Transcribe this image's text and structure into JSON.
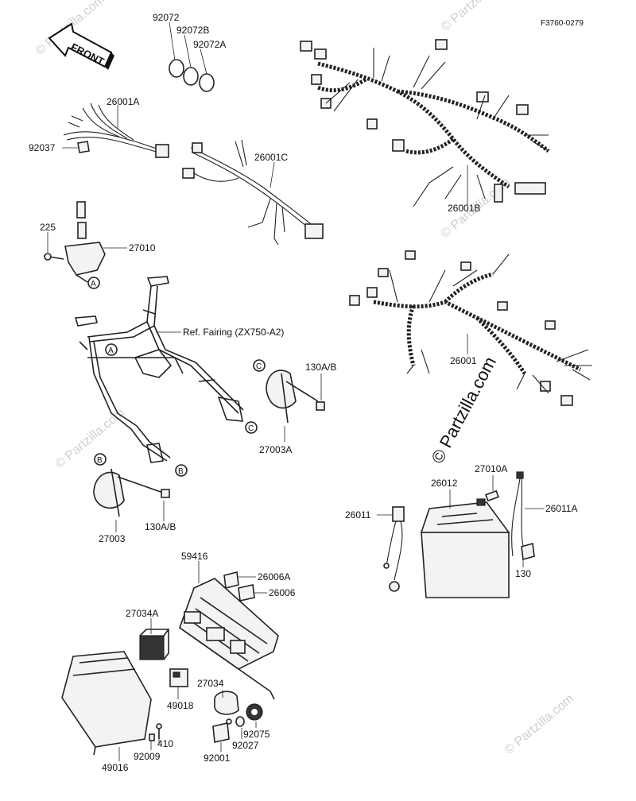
{
  "diagram_code": "F3760-0279",
  "front_label": "FRONT",
  "watermark": "© Partzilla.com",
  "ref_note": "Ref. Fairing (ZX750-A2)",
  "callouts": {
    "a": "A",
    "b": "B",
    "c": "C"
  },
  "part_labels": {
    "p92072": "92072",
    "p92072b": "92072B",
    "p92072a": "92072A",
    "p26001a": "26001A",
    "p92037": "92037",
    "p26001c": "26001C",
    "p26001b": "26001B",
    "p225": "225",
    "p27010": "27010",
    "p26001": "26001",
    "p130ab_1": "130A/B",
    "p27003a": "27003A",
    "p27003": "27003",
    "p130ab_2": "130A/B",
    "p27010a": "27010A",
    "p26012": "26012",
    "p26011": "26011",
    "p26011a": "26011A",
    "p130": "130",
    "p59416": "59416",
    "p26006a": "26006A",
    "p26006": "26006",
    "p27034a": "27034A",
    "p27034": "27034",
    "p49018": "49018",
    "p92075": "92075",
    "p410": "410",
    "p92009": "92009",
    "p92027": "92027",
    "p92001": "92001",
    "p49016": "49016"
  }
}
